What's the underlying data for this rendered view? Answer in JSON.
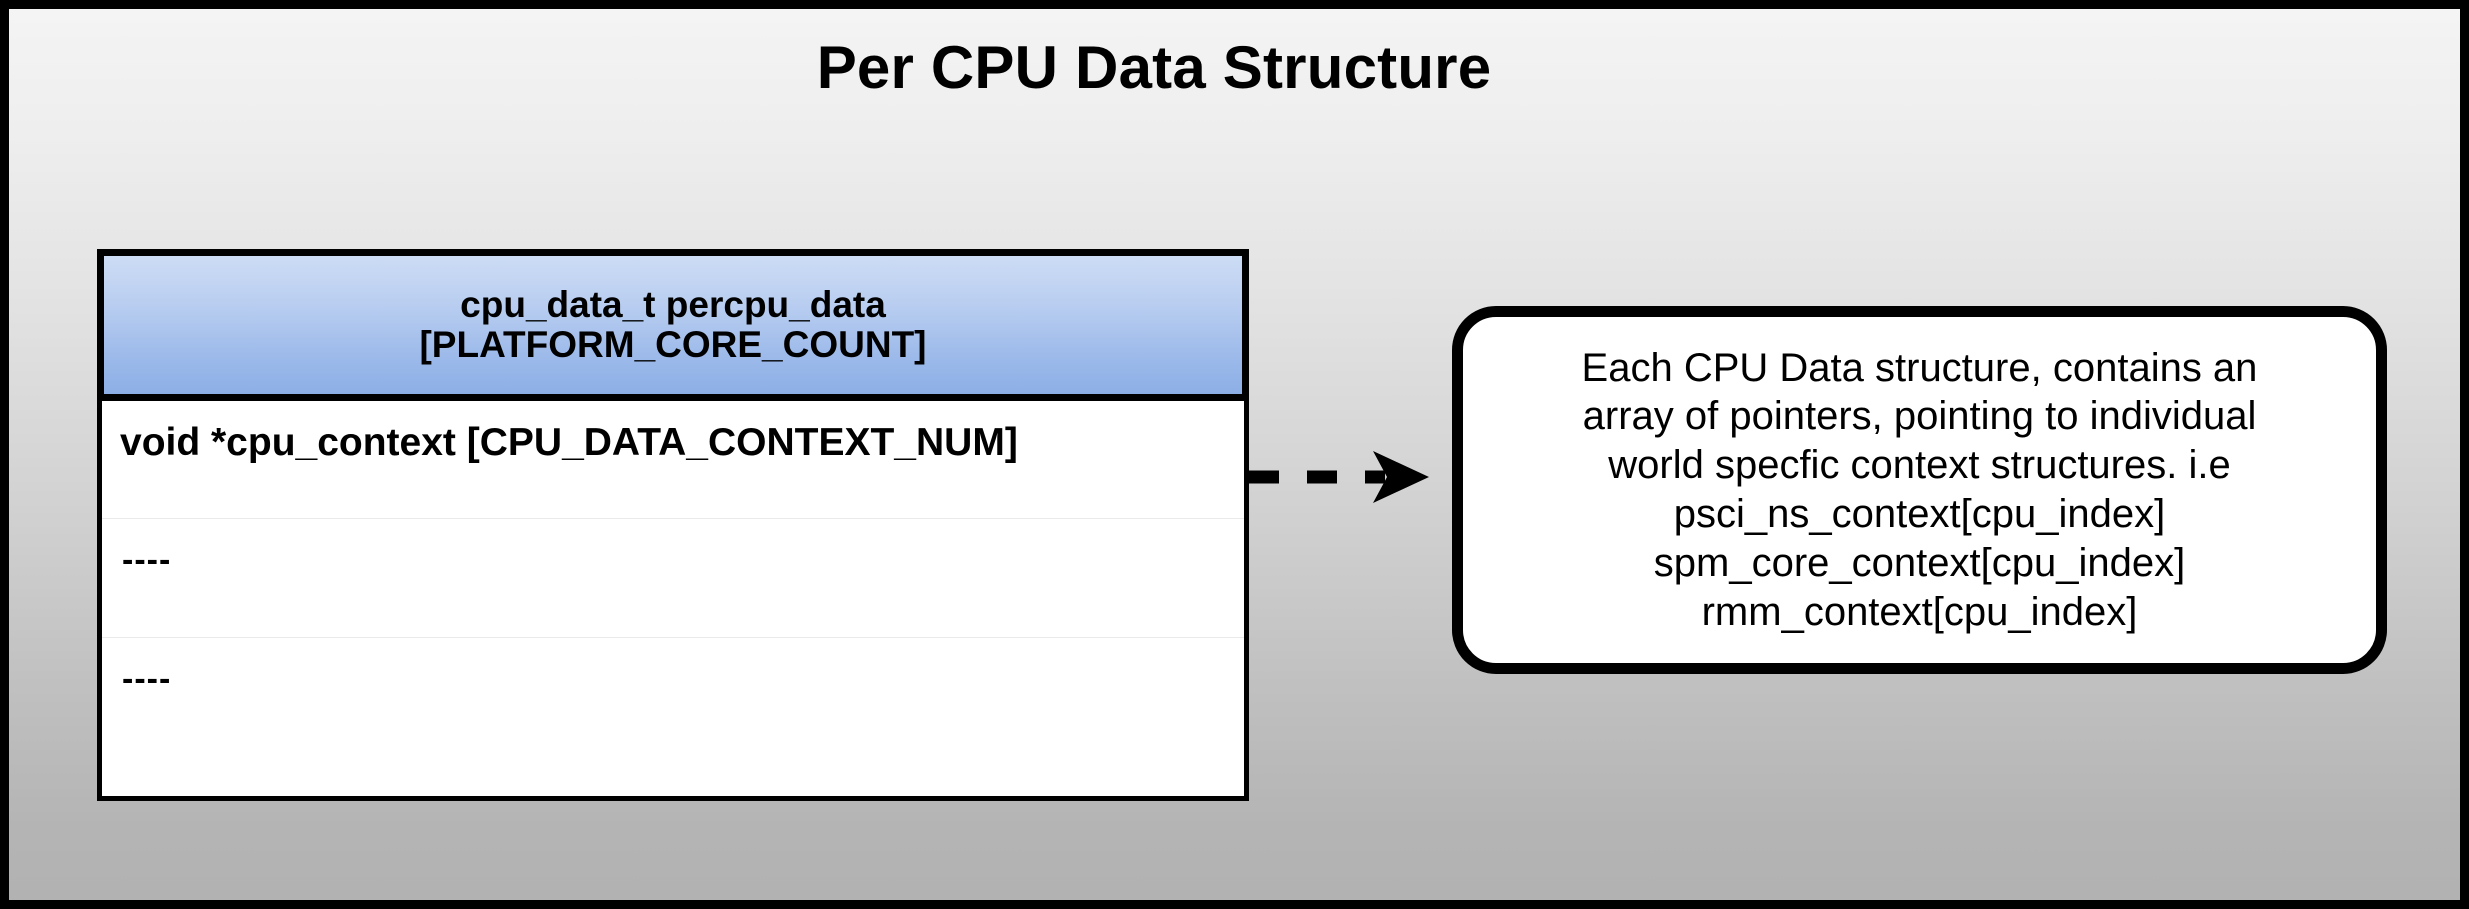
{
  "page": {
    "title": "Per CPU Data Structure",
    "background_top_color": "#f4f4f4",
    "background_bottom_color": "#b2b2b2",
    "border_color": "#000000"
  },
  "struct_box": {
    "header": {
      "title": "cpu_data_t percpu_data\n[PLATFORM_CORE_COUNT]",
      "gradient_top_color": "#ccdcf5",
      "gradient_bottom_color": "#8cafe6",
      "border_color": "#000000"
    },
    "rows": [
      {
        "text": "void *cpu_context [CPU_DATA_CONTEXT_NUM]"
      },
      {
        "text": "----"
      },
      {
        "text": "----"
      }
    ],
    "fill_color": "#ffffff",
    "divider_color": "#eaeaea"
  },
  "connector": {
    "style": "dashed",
    "arrowhead": "filled-triangle",
    "direction": "right",
    "color": "#000000",
    "icon": "dashed-arrow-right-icon"
  },
  "callout": {
    "text": "Each CPU Data structure, contains an\narray of pointers, pointing to individual\nworld specfic context structures. i.e\npsci_ns_context[cpu_index]\nspm_core_context[cpu_index]\nrmm_context[cpu_index]",
    "fill_color": "#ffffff",
    "border_color": "#000000",
    "corner_radius": "44px"
  }
}
